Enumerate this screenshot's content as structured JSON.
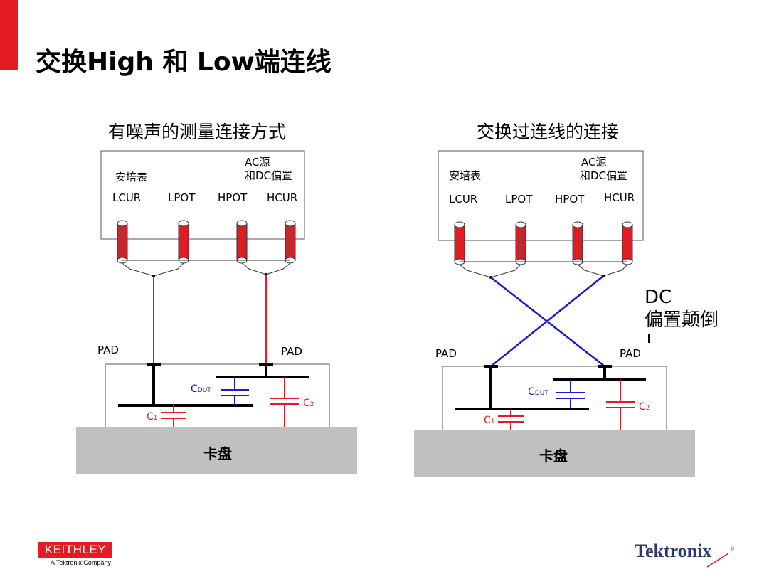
{
  "slide": {
    "title": "交换High 和 Low端连线"
  },
  "left_panel": {
    "title": "有噪声的测量连接方式",
    "meter_label": "安培表",
    "source_label_line1": "AC源",
    "source_label_line2": "和DC偏置",
    "terminals": [
      "LCUR",
      "LPOT",
      "HPOT",
      "HCUR"
    ],
    "pad_left": "PAD",
    "pad_right": "PAD",
    "cdut": "C",
    "cdut_sub": "DUT",
    "c1": "C",
    "c1_sub": "1",
    "c2": "C",
    "c2_sub": "2",
    "chuck": "卡盘",
    "wire_color": "#e31b23"
  },
  "right_panel": {
    "title": "交换过连线的连接",
    "meter_label": "安培表",
    "source_label_line1": "AC源",
    "source_label_line2": "和DC偏置",
    "terminals": [
      "LCUR",
      "LPOT",
      "HPOT",
      "HCUR"
    ],
    "pad_left": "PAD",
    "pad_right": "PAD",
    "cdut": "C",
    "cdut_sub": "DUT",
    "c1": "C",
    "c1_sub": "1",
    "c2": "C",
    "c2_sub": "2",
    "chuck": "卡盘",
    "wire_color": "#1a1acc"
  },
  "annotation": {
    "line1": "DC",
    "line2": "偏置颠倒"
  },
  "footer": {
    "keithley": "KEITHLEY",
    "keithley_sub": "A Tektronix Company",
    "tektronix": "Tektronix",
    "tektronix_mark": "®"
  },
  "colors": {
    "accent": "#e31b23",
    "chuck": "#c0c0c0",
    "cdut": "#1a1acc"
  }
}
